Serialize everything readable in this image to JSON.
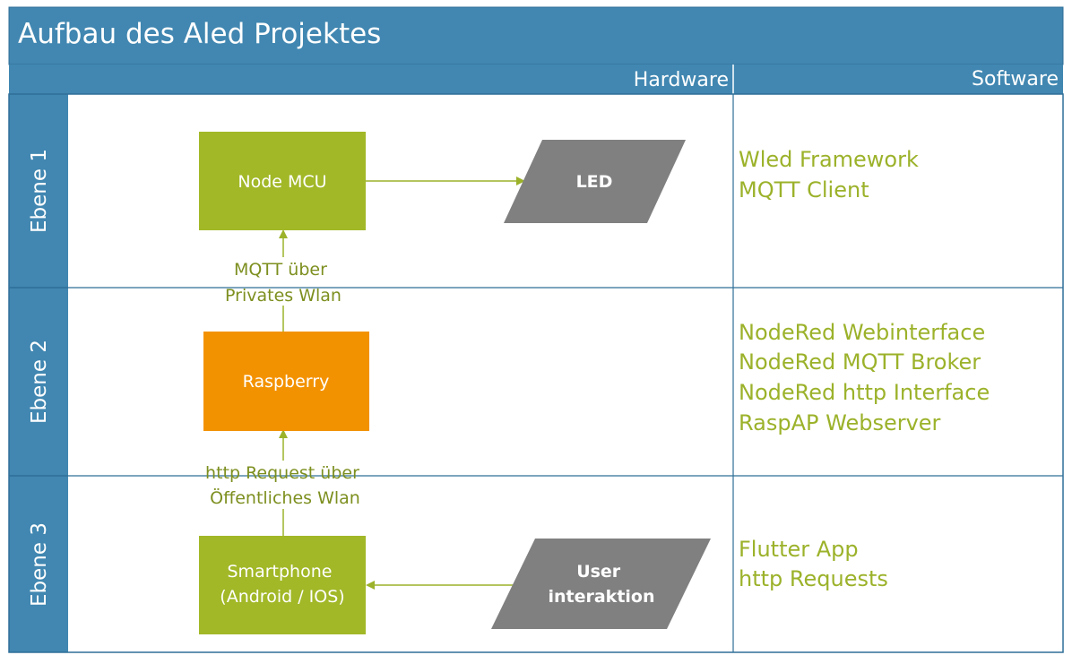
{
  "title": "Aufbau des Aled Projektes",
  "columns": {
    "hardware": "Hardware",
    "software": "Software"
  },
  "lanes": [
    {
      "label": "Ebene 1",
      "software": [
        "Wled Framework",
        "MQTT Client"
      ]
    },
    {
      "label": "Ebene 2",
      "software": [
        "NodeRed Webinterface",
        "NodeRed MQTT Broker",
        "NodeRed http Interface",
        "RaspAP Webserver"
      ]
    },
    {
      "label": "Ebene 3",
      "software": [
        "Flutter App",
        "http Requests"
      ]
    }
  ],
  "nodes": {
    "node_mcu": {
      "label": "Node MCU"
    },
    "led": {
      "label": "LED"
    },
    "raspberry": {
      "label": "Raspberry"
    },
    "smartphone": {
      "lines": [
        "Smartphone",
        "(Android / IOS)"
      ]
    },
    "user": {
      "lines": [
        "User",
        "interaktion"
      ]
    }
  },
  "edges": {
    "mqtt": {
      "lines": [
        "MQTT über",
        "Privates Wlan"
      ]
    },
    "http": {
      "lines": [
        "http Request über",
        "Öffentliches Wlan"
      ]
    }
  },
  "colors": {
    "header_blue": "#3f86b0",
    "green_node": "#a2b827",
    "orange_node": "#f39200",
    "gray_shape": "#808080",
    "text_green": "#9bb22a",
    "edge_line": "#9bb22a"
  }
}
